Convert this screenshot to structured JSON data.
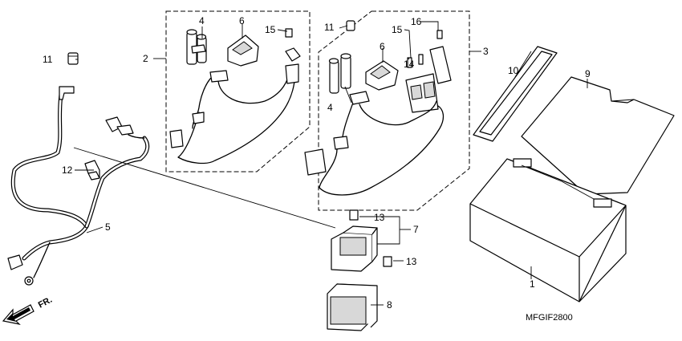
{
  "diagram": {
    "drawing_code": "MFGIF2800",
    "direction_mark": "FR.",
    "callouts": {
      "c1": "1",
      "c2": "2",
      "c3": "3",
      "c4a": "4",
      "c4b": "4",
      "c5": "5",
      "c6a": "6",
      "c6b": "6",
      "c7": "7",
      "c8": "8",
      "c9": "9",
      "c10": "10",
      "c11a": "11",
      "c11b": "11",
      "c12": "12",
      "c13a": "13",
      "c13b": "13",
      "c14": "14",
      "c15a": "15",
      "c15b": "15",
      "c16": "16"
    }
  }
}
